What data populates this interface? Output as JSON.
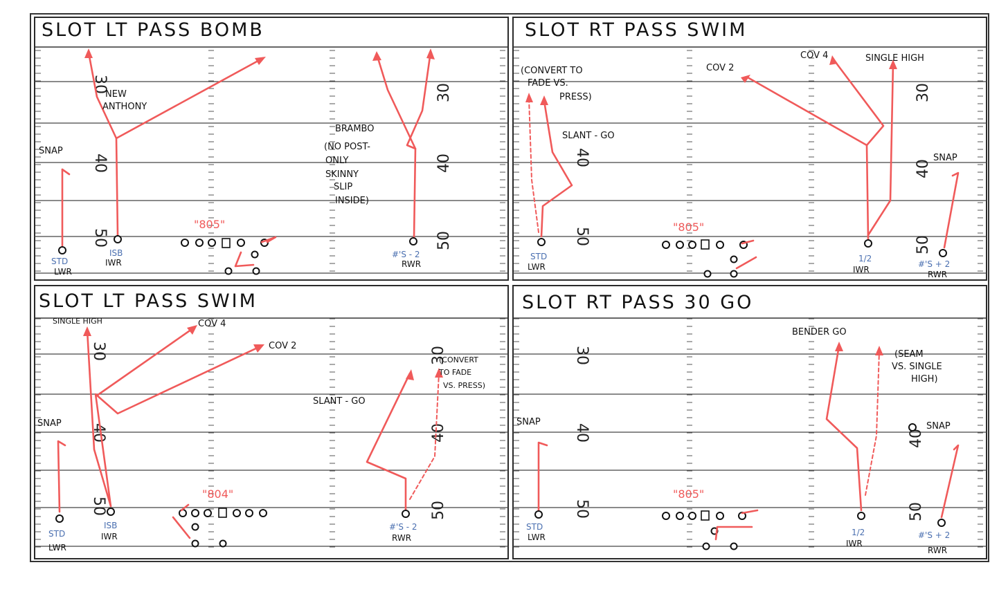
{
  "colors": {
    "route": "#f05a5a",
    "ink": "#111111",
    "alignment_label": "#4a6fb0",
    "formation": "#f05a5a"
  },
  "plays": [
    {
      "title": "SLOT  LT  PASS  BOMB",
      "formation_tag": "\"805\"",
      "yards": [
        "30",
        "40",
        "50",
        "30",
        "40",
        "50"
      ],
      "notes": {
        "snap": "SNAP",
        "new": "NEW",
        "anthony": "ANTHONY",
        "brambo": "BRAMBO",
        "no_post": "(NO POST-",
        "only": "ONLY",
        "skinny": "SKINNY",
        "slip": "SLIP",
        "inside": "INSIDE)"
      },
      "labels": {
        "std": "STD",
        "lwr": "LWR",
        "isb": "ISB",
        "iwr": "IWR",
        "split": "#'S - 2",
        "rwr": "RWR"
      }
    },
    {
      "title": "SLOT  RT  PASS  SWIM",
      "formation_tag": "\"805\"",
      "yards": [
        "40",
        "50",
        "30",
        "40",
        "50"
      ],
      "notes": {
        "convert": "(CONVERT TO",
        "fade_vs": "FADE VS.",
        "press": "PRESS)",
        "cov2": "COV 2",
        "cov4": "COV 4",
        "single_high": "SINGLE HIGH",
        "slant_go": "SLANT - GO",
        "snap": "SNAP"
      },
      "labels": {
        "std": "STD",
        "lwr": "LWR",
        "half": "1/2",
        "iwr": "IWR",
        "split": "#'S + 2",
        "rwr": "RWR"
      }
    },
    {
      "title": "SLOT  LT  PASS  SWIM",
      "formation_tag": "\"804\"",
      "yards": [
        "30",
        "40",
        "50",
        "30",
        "40",
        "50"
      ],
      "notes": {
        "single_high": "SINGLE HIGH",
        "cov4": "COV 4",
        "cov2": "COV 2",
        "snap": "SNAP",
        "convert": "(CONVERT",
        "to_fade": "TO FADE",
        "vs_press": "VS. PRESS)",
        "slant_go": "SLANT - GO"
      },
      "labels": {
        "std": "STD",
        "lwr": "LWR",
        "isb": "ISB",
        "iwr": "IWR",
        "split": "#'S - 2",
        "rwr": "RWR"
      }
    },
    {
      "title": "SLOT  RT  PASS  30  GO",
      "formation_tag": "\"805\"",
      "yards": [
        "30",
        "40",
        "50",
        "40",
        "50"
      ],
      "notes": {
        "bender": "BENDER GO",
        "seam": "(SEAM",
        "vs_single": "VS. SINGLE",
        "high": "HIGH)",
        "snap_left": "SNAP",
        "snap_right": "SNAP"
      },
      "labels": {
        "std": "STD",
        "lwr": "LWR",
        "half": "1/2",
        "iwr": "IWR",
        "split": "#'S + 2",
        "rwr": "RWR"
      }
    }
  ]
}
